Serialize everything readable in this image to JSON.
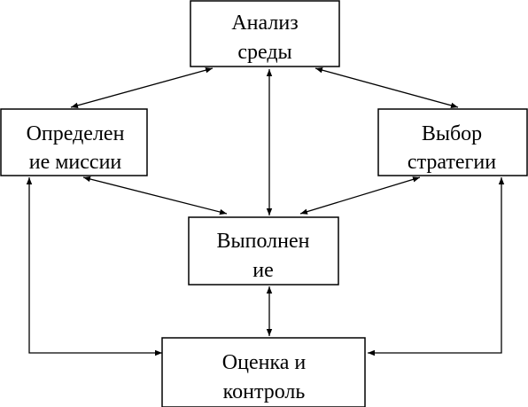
{
  "diagram": {
    "nodes": {
      "analysis": {
        "line1": "Анализ",
        "line2": "среды"
      },
      "mission": {
        "line1": "Определен",
        "line2": "ие миссии"
      },
      "strategy": {
        "line1": "Выбор",
        "line2": "стратегии"
      },
      "execution": {
        "line1": "Выполнен",
        "line2": "ие"
      },
      "evaluation": {
        "line1": "Оценка и",
        "line2": "контроль"
      }
    },
    "edges": [
      {
        "from": "analysis",
        "to": "mission",
        "direction": "both"
      },
      {
        "from": "analysis",
        "to": "strategy",
        "direction": "both"
      },
      {
        "from": "analysis",
        "to": "execution",
        "direction": "both"
      },
      {
        "from": "mission",
        "to": "execution",
        "direction": "both"
      },
      {
        "from": "strategy",
        "to": "execution",
        "direction": "both"
      },
      {
        "from": "execution",
        "to": "evaluation",
        "direction": "both"
      },
      {
        "from": "mission",
        "to": "evaluation",
        "direction": "both"
      },
      {
        "from": "strategy",
        "to": "evaluation",
        "direction": "both"
      }
    ]
  }
}
